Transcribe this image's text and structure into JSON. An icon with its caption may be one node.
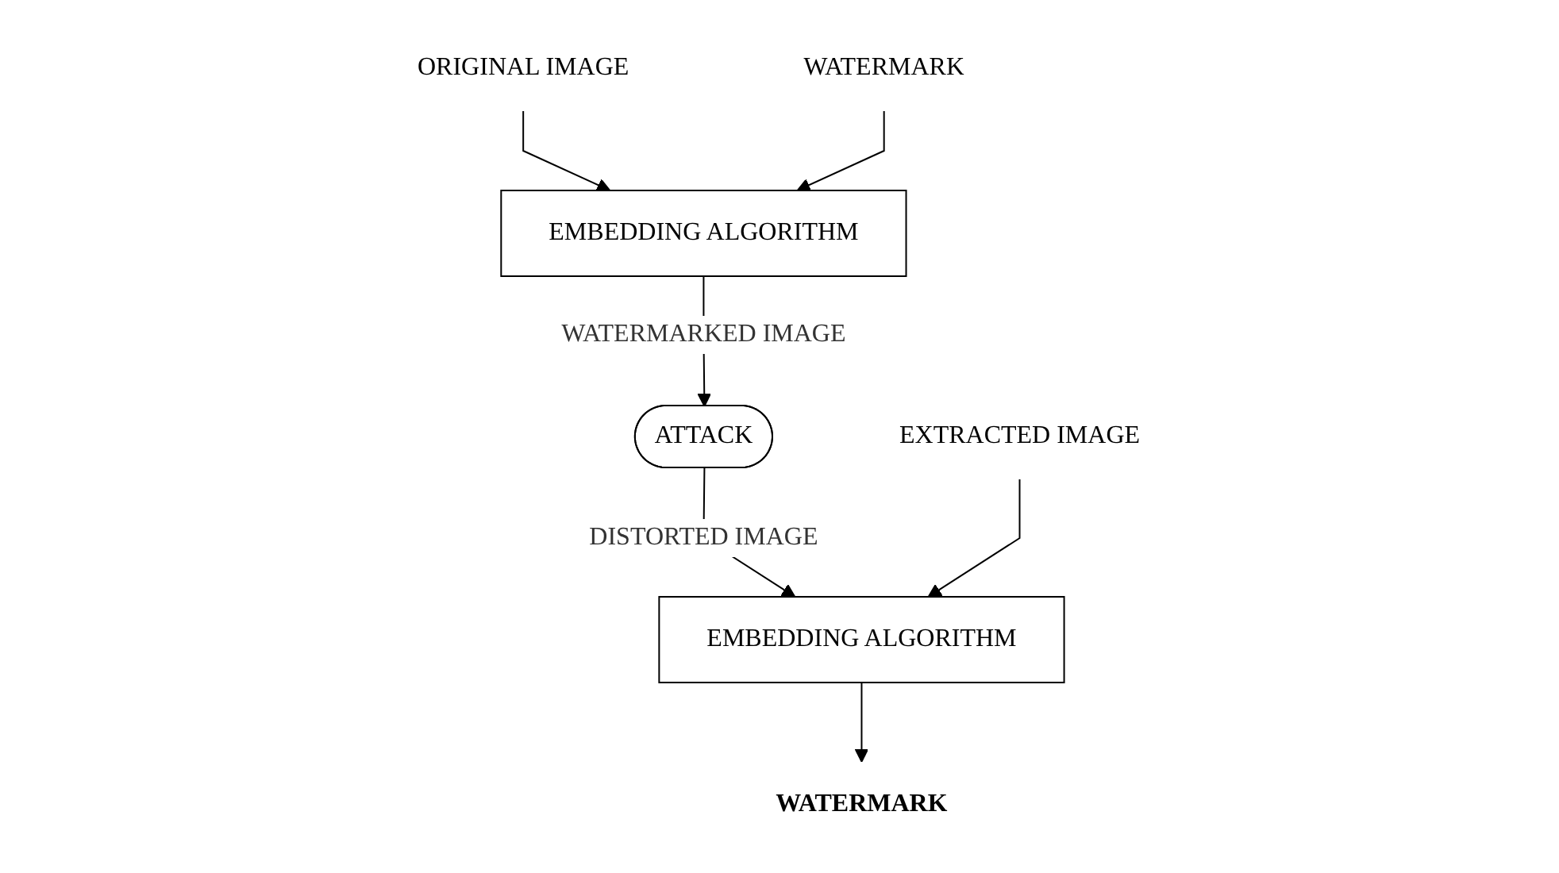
{
  "diagram": {
    "nodes": [
      {
        "text": [
          "ORIGINAL IMAGE"
        ]
      },
      {
        "text": [
          "WATERMARK"
        ]
      },
      {
        "text": [
          "EMBEDDING ALGORITHM"
        ]
      },
      {
        "text": [
          "ATTACK"
        ]
      },
      {
        "text": [
          "EXTRACTED IMAGE"
        ]
      },
      {
        "text": [
          "EMBEDDING ALGORITHM"
        ]
      },
      {
        "text": [
          "WATERMARK"
        ]
      }
    ],
    "edges": [
      {
        "from": 0,
        "to": 2,
        "arrow": "to"
      },
      {
        "from": 1,
        "to": 2,
        "arrow": "to"
      },
      {
        "from": 2,
        "to": 3,
        "arrow": "to",
        "label": "WATERMARKED IMAGE"
      },
      {
        "from": 3,
        "to": 5,
        "arrow": "to",
        "label": "DISTORTED IMAGE"
      },
      {
        "from": 4,
        "to": 5,
        "arrow": "to"
      },
      {
        "from": 5,
        "to": 6,
        "arrow": "to"
      }
    ]
  }
}
